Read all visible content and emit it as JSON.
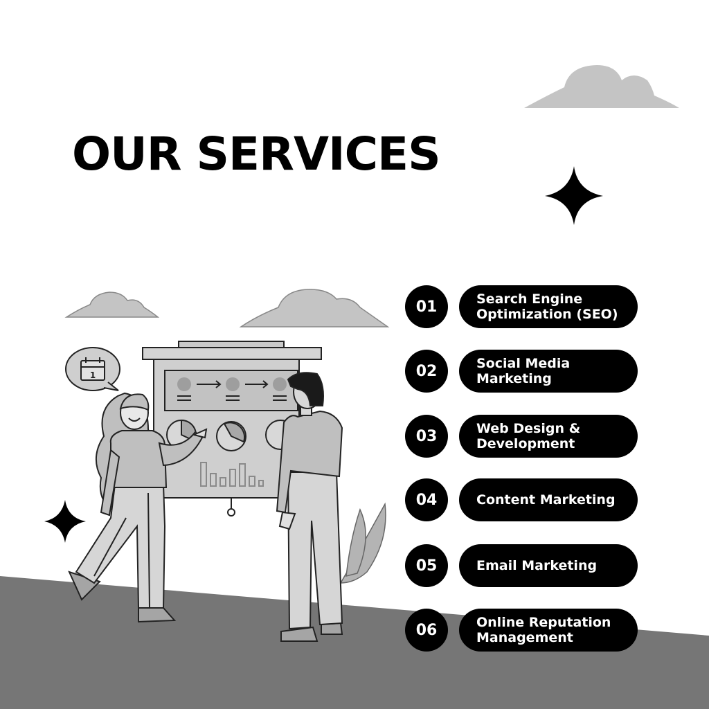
{
  "title": "OUR SERVICES",
  "colors": {
    "text": "#000000",
    "background": "#ffffff",
    "ground": "#767676",
    "cloud": "#c4c4c4",
    "illustration_fill": "#bdbdbd",
    "pill": "#000000",
    "pill_text": "#ffffff"
  },
  "services": [
    {
      "number": "01",
      "label": "Search Engine\nOptimization (SEO)"
    },
    {
      "number": "02",
      "label": "Social Media\nMarketing"
    },
    {
      "number": "03",
      "label": "Web Design &\nDevelopment"
    },
    {
      "number": "04",
      "label": "Content Marketing"
    },
    {
      "number": "05",
      "label": "Email Marketing"
    },
    {
      "number": "06",
      "label": "Online Reputation\nManagement"
    }
  ],
  "illustration": {
    "calendar_day": "1",
    "icons": [
      "cloud-icon",
      "sparkle-icon",
      "calendar-icon",
      "speech-bubble-icon",
      "plant-icon"
    ]
  }
}
